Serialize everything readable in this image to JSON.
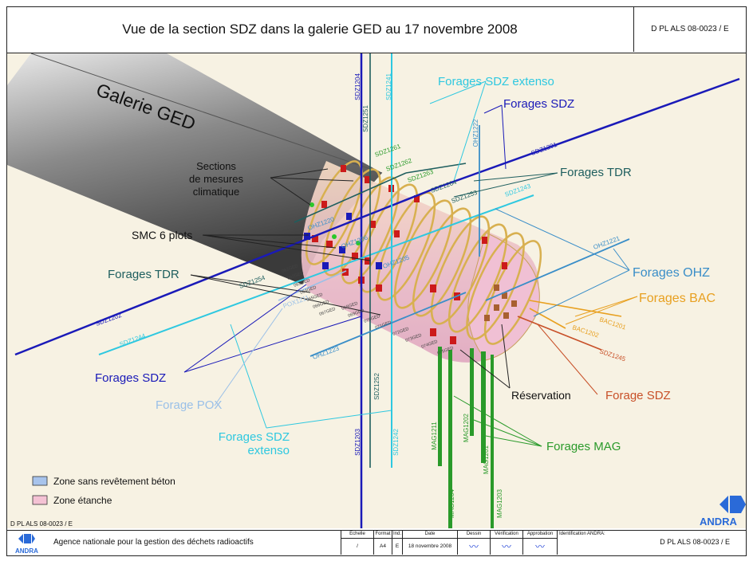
{
  "header": {
    "title": "Vue de la section SDZ dans la galerie GED au 17 novembre 2008",
    "reference": "D PL ALS 08-0023 / E"
  },
  "diagram": {
    "gallery_label": "Galerie GED",
    "labels": {
      "sections": "Sections\nde mesures\nclimatique",
      "sections_l1": "Sections",
      "sections_l2": "de mesures",
      "sections_l3": "climatique",
      "smc": "SMC 6 plots",
      "forages_tdr_left": "Forages TDR",
      "forages_tdr_right": "Forages TDR",
      "forages_sdz_top": "Forages SDZ",
      "forages_sdz_extenso_top": "Forages SDZ extenso",
      "forages_ohz": "Forages OHZ",
      "forages_bac": "Forages BAC",
      "forage_sdz_right": "Forage SDZ",
      "reservation": "Réservation",
      "forages_mag": "Forages MAG",
      "forages_sdz_left": "Forages SDZ",
      "forage_pox": "Forage POX",
      "forages_sdz_extenso_bottom_l1": "Forages SDZ",
      "forages_sdz_extenso_bottom_l2": "extenso"
    },
    "borehole_ids": {
      "sdz1204": "SDZ1204",
      "sdz1251": "SDZ1251",
      "sdz1241": "SDZ1241",
      "ohz1222": "OHZ1222",
      "sdz1201": "SDZ1201",
      "sdz1243": "SDZ1243",
      "sdz1261": "SDZ1261",
      "sdz1262": "SDZ1262",
      "sdz1263": "SDZ1263",
      "sdz1264": "SDZ1264",
      "sdz1253": "SDZ1253",
      "ohz1220": "OHZ1220",
      "ohz1206": "OHZ1206",
      "ohz1205": "OHZ1205",
      "ohz1221": "OHZ1221",
      "sdz1254": "SDZ1254",
      "pox1211": "POX1211",
      "sdz1202": "SDZ1202",
      "sdz1244": "SDZ1244",
      "ohz1223": "OHZ1223",
      "sdz1252": "SDZ1252",
      "sdz1203": "SDZ1203",
      "sdz1242": "SDZ1242",
      "mag1211": "MAG1211",
      "mag1202": "MAG1202",
      "mag1201": "MAG1201",
      "mag1204": "MAG1204",
      "mag1203": "MAG1203",
      "bac1201": "BAC1201",
      "bac1202": "BAC1202",
      "sdz1245": "SDZ1245",
      "ged_061": "061GED",
      "ged_062": "062GED",
      "ged_063": "063GED",
      "ged_064": "064GED",
      "ged_065": "065GED",
      "ged_066": "066GED",
      "ged_067": "067GED",
      "ged_068": "068GED",
      "ged_069": "069GED",
      "ged_070": "070GED",
      "ged_071": "071GED",
      "ged_072": "072GED",
      "ged_073": "073GED",
      "ged_074": "074GED",
      "ged_075": "075GED"
    },
    "colors": {
      "sdz": "#1a1ab8",
      "extenso": "#2ec8e0",
      "tdr": "#1e5e5e",
      "ohz": "#3a8ec8",
      "bac": "#e8a020",
      "sdz_red": "#c85028",
      "mag": "#2a9a2a",
      "pox": "#9ac0e8",
      "gallery": "#6e6e6e",
      "ring": "#d8b050",
      "section_fill": "#f0c8d8"
    }
  },
  "legend": {
    "items": [
      {
        "label": "Zone sans revêtement béton",
        "color": "#a8c4ec"
      },
      {
        "label": "Zone étanche",
        "color": "#f4c2d4"
      }
    ]
  },
  "logo": {
    "text": "ANDRA"
  },
  "bottom_left_ref": "D PL ALS 08-0023 / E",
  "footer": {
    "agency": "Agence nationale pour la gestion des déchets radioactifs",
    "logo_text": "ANDRA",
    "reference": "D PL ALS 08-0023 / E",
    "table": {
      "headers": [
        "Echelle",
        "Format",
        "Ind.",
        "Date",
        "Dessin",
        "Vérification",
        "Approbation",
        "Identification ANDRA:"
      ],
      "values": [
        "/",
        "A4",
        "E",
        "18 novembre 2008",
        "",
        "",
        "",
        ""
      ]
    }
  }
}
